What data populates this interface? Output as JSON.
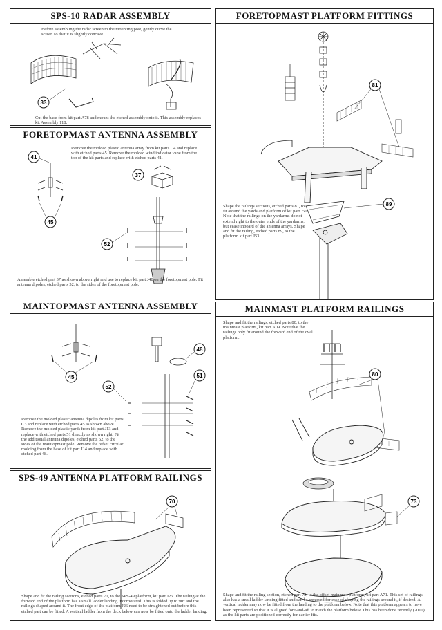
{
  "panels": {
    "sps10": {
      "title": "SPS-10 RADAR ASSEMBLY",
      "intro": "Before assembling the radar screen to the mounting post, gently curve the screen so that it is slightly concave.",
      "outro": "Cut the base from kit part A78 and mount the etched assembly onto it. This assembly replaces kit Assembly 118.",
      "callouts": [
        "33"
      ]
    },
    "foretopmast_antenna": {
      "title": "FORETOPMAST ANTENNA ASSEMBLY",
      "top_text": "Remove the molded plastic antenna array from kit parts C4 and replace with etched parts 45. Remove the molded wind indicator vane from the top of the kit parts and replace with etched parts 41.",
      "bottom_text": "Assemble etched part 37 as shown above right and use to replace kit part J48 on the foretopmast pole. Fit antenna dipoles, etched parts 52, to the sides of the foretopmast pole.",
      "callouts": [
        "41",
        "37",
        "45",
        "52"
      ]
    },
    "maintopmast_antenna": {
      "title": "MAINTOPMAST ANTENNA ASSEMBLY",
      "text": "Remove the molded plastic antenna dipoles from kit parts C3 and replace with etched parts 45 as shown above. Remove the molded plastic yards from kit part J13 and replace with etched parts 51 directly as shown right. Fit the additional antenna dipoles, etched parts 52, to the sides of the maintopmast pole. Remove the offset circular molding from the base of kit part J14 and replace with etched part 48.",
      "callouts": [
        "45",
        "52",
        "48",
        "51"
      ]
    },
    "sps49": {
      "title": "SPS-49 ANTENNA PLATFORM RAILINGS",
      "text": "Shape and fit the railing sections, etched parts 70, to the SPS-49 platform, kit part J26. The railing at the forward end of the platform has a small ladder landing incorporated. This is folded up to 90° and the railings shaped around it. The front edge of the platform J26 need to be straightened out before this etched part can be fitted. A vertical ladder from the deck below can now be fitted onto the ladder landing.",
      "callouts": [
        "70"
      ]
    },
    "foretopmast_platform": {
      "title": "FORETOPMAST PLATFORM FITTINGS",
      "text": "Shape the railings sections, etched parts 81, to fit around the yards and platform of kit part J50. Note that the railings on the yardarms do not extend right to the outer ends of the yardarms, but cease inboard of the antenna arrays. Shape and fit the railing, etched parts 89, to the platform kit part J53.",
      "callouts": [
        "81",
        "89"
      ]
    },
    "mainmast_platform": {
      "title": "MAINMAST PLATFORM RAILINGS",
      "text": "Shape and fit the railings, etched parts 80, to the mainmast platform, kit part A09. Note that the railings only fit around the forward end of the oval platform.",
      "bottom_text": "Shape and fit the railing section, etched part 73, to the offset mainmast platform, kit part A71. This set of railings also has a small ladder landing fitted and can be removed for ease of shaping the railings around it, if desired. A vertical ladder may now be fitted from the landing to the platform below. Note that this platform appears to have been represented so that it is aligned fore-and-aft to match the platform below. This has been done recently (2010) as the kit parts are positioned correctly for earlier fits.",
      "callouts": [
        "80",
        "73"
      ]
    }
  }
}
